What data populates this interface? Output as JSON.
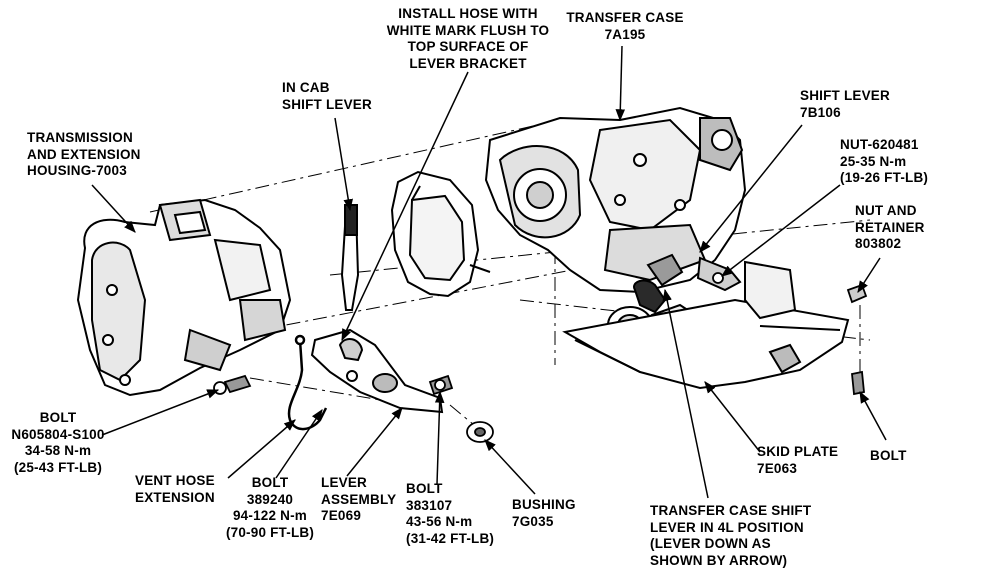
{
  "labels": {
    "install_hose": [
      "INSTALL HOSE WITH",
      "WHITE MARK FLUSH TO",
      "TOP SURFACE OF",
      "LEVER BRACKET"
    ],
    "transfer_case": [
      "TRANSFER CASE",
      "7A195"
    ],
    "in_cab_shift_lever": [
      "IN CAB",
      "SHIFT LEVER"
    ],
    "shift_lever": [
      "SHIFT LEVER",
      "7B106"
    ],
    "transmission": [
      "TRANSMISSION",
      "AND EXTENSION",
      "HOUSING-7003"
    ],
    "nut_620481": [
      "NUT-620481",
      "25-35 N-m",
      "(19-26 FT-LB)"
    ],
    "nut_and_retainer": [
      "NUT AND",
      "RETAINER",
      "803802"
    ],
    "bolt_n605804": [
      "BOLT",
      "N605804-S100",
      "34-58 N-m",
      "(25-43 FT-LB)"
    ],
    "vent_hose": [
      "VENT HOSE",
      "EXTENSION"
    ],
    "bolt_389240": [
      "BOLT",
      "389240",
      "94-122 N-m",
      "(70-90 FT-LB)"
    ],
    "lever_assembly": [
      "LEVER",
      "ASSEMBLY",
      "7E069"
    ],
    "bolt_383107": [
      "BOLT",
      "383107",
      "43-56 N-m",
      "(31-42 FT-LB)"
    ],
    "bushing": [
      "BUSHING",
      "7G035"
    ],
    "skid_plate": [
      "SKID PLATE",
      "7E063"
    ],
    "bolt_right": [
      "BOLT"
    ],
    "transfer_case_shift": [
      "TRANSFER CASE SHIFT",
      "LEVER IN 4L POSITION",
      "(LEVER DOWN AS",
      "SHOWN BY ARROW)"
    ]
  }
}
